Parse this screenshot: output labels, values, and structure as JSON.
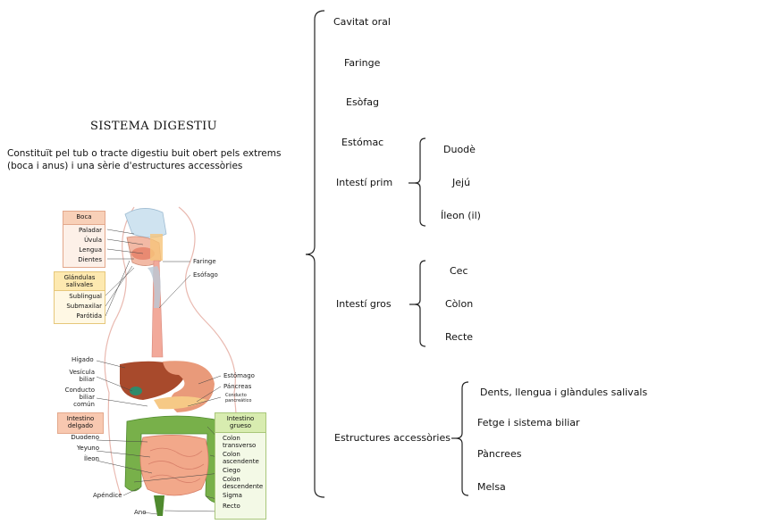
{
  "title": "SISTEMA DIGESTIU",
  "description": [
    "Constituït pel tub o tracte digestiu buit obert pels extrems",
    "(boca i anus) i una sèrie d'estructures accessòries"
  ],
  "tree": {
    "level1": [
      "Cavitat oral",
      "Faringe",
      "Esòfag",
      "Estómac",
      "Intestí prim",
      "Intestí gros",
      "Estructures accessòries"
    ],
    "intesti_prim": [
      "Duodè",
      "Jejú",
      "Íleon (il)"
    ],
    "intesti_gros": [
      "Cec",
      "Còlon",
      "Recte"
    ],
    "accessories": [
      "Dents, llengua i glàndules salivals",
      "Fetge i sistema biliar",
      "Pàncrees",
      "Melsa"
    ]
  },
  "figure": {
    "boca": {
      "header": "Boca",
      "items": [
        "Paladar",
        "Úvula",
        "Lengua",
        "Dientes"
      ]
    },
    "glandulas": {
      "header": "Glándulas salivales",
      "items": [
        "Sublingual",
        "Submaxilar",
        "Parótida"
      ]
    },
    "left_labels": [
      "Hígado",
      "Vesícula biliar",
      "Conducto biliar común"
    ],
    "delgado": {
      "header": "Intestino delgado",
      "items": [
        "Duodeno",
        "Yeyuno",
        "Íleon"
      ]
    },
    "apendice": "Apéndice",
    "ano": "Ano",
    "right_top": [
      "Faringe",
      "Esófago"
    ],
    "right_mid": [
      "Estómago",
      "Páncreas",
      "Conducto pancreático"
    ],
    "grueso": {
      "header": "Intestino grueso",
      "items": [
        "Colon transverso",
        "Colon ascendente",
        "Ciego",
        "Colon descendente",
        "Sigma",
        "Recto"
      ]
    },
    "colors": {
      "boca_box": "#f8d0b8",
      "glandulas_box": "#fde9b0",
      "delgado_box": "#f8c8b0",
      "grueso_box": "#d8ecb0"
    }
  }
}
